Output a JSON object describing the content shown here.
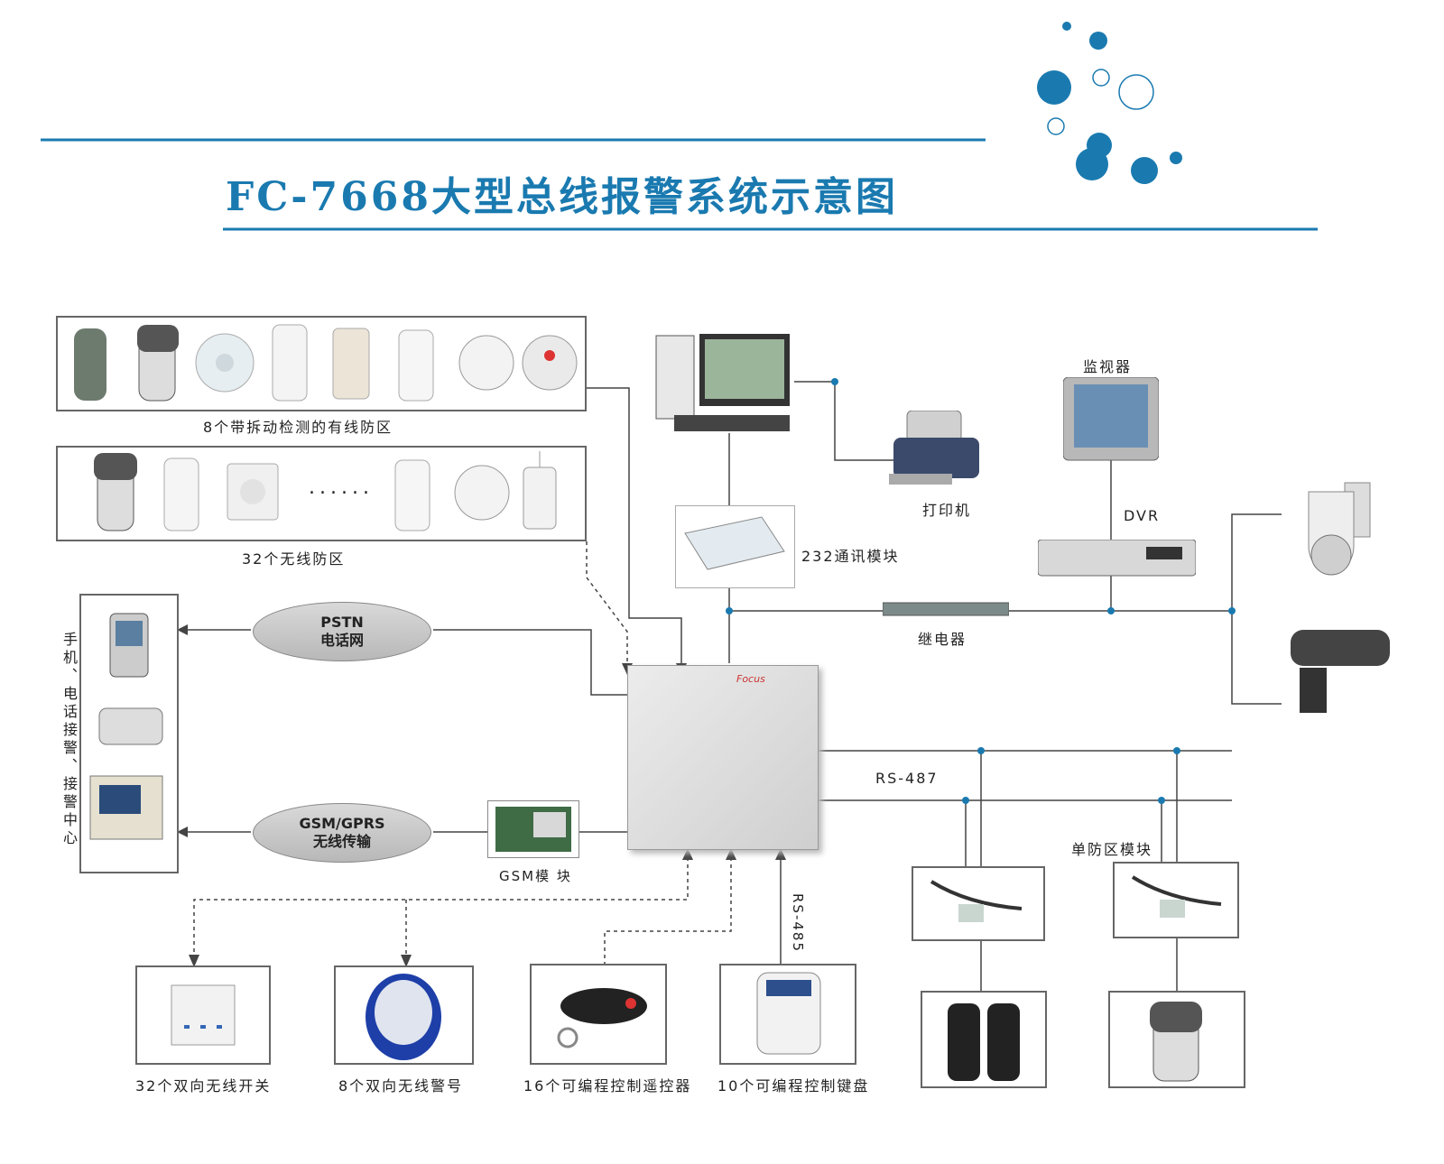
{
  "title": "FC-7668大型总线报警系统示意图",
  "labels": {
    "wired_zones": "8个带拆动检测的有线防区",
    "wireless_zones": "32个无线防区",
    "printer": "打印机",
    "monitor": "监视器",
    "dvr": "DVR",
    "comm_module": "232通讯模块",
    "relay": "继电器",
    "rs487": "RS-487",
    "rs485": "RS-485",
    "single_zone_module": "单防区模块",
    "gsm_module": "GSM模 块",
    "receivers": "手机、电话接警、接警中心",
    "switch": "32个双向无线开关",
    "siren": "8个双向无线警号",
    "remote": "16个可编程控制遥控器",
    "keypad": "10个可编程控制键盘",
    "dots": "......",
    "brand": "Focus"
  },
  "pstn": {
    "line1": "PSTN",
    "line2": "电话网"
  },
  "gsm": {
    "line1": "GSM/GPRS",
    "line2": "无线传输"
  },
  "colors": {
    "title": "#1a7ab0",
    "accent": "#1a7ab0",
    "node": "#1a7ab0"
  }
}
